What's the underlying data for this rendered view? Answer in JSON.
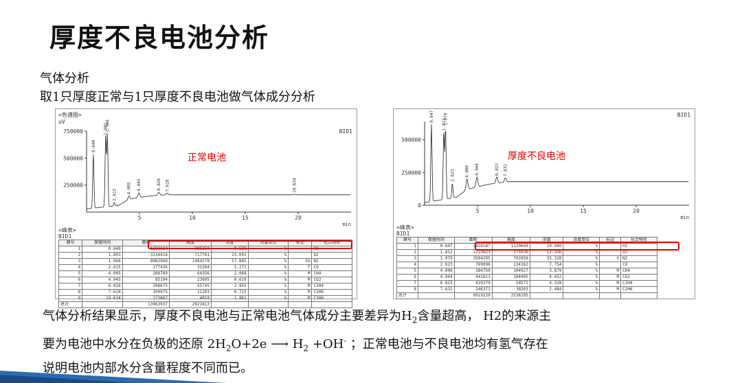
{
  "slide": {
    "title": "厚度不良电池分析",
    "subtitle1": "气体分析",
    "subtitle2": "取1只厚度正常与1只厚度不良电池做气体成分分析"
  },
  "left_panel": {
    "header": "<色谱图>",
    "unit": "uV",
    "detector": "BID1",
    "x_unit": "min",
    "annotation": "正常电池",
    "peaks_header": "<峰表>",
    "peaks_detector": "BID1",
    "columns": [
      "峰号",
      "保留时间",
      "面积",
      "高度",
      "浓度",
      "浓度单位",
      "标记",
      "化合物名"
    ],
    "rows": [
      [
        "1",
        "0.640",
        "1331614",
        "325350",
        "9.536",
        "%",
        "",
        "H2"
      ],
      [
        "2",
        "1.801",
        "3234418",
        "717761",
        "23.091",
        "%",
        "",
        "O2"
      ],
      [
        "3",
        "1.966",
        "8082968",
        "1484378",
        "57.885",
        "%",
        "SV",
        "N2"
      ],
      [
        "4",
        "2.615",
        "177436",
        "31594",
        "1.271",
        "%",
        "T",
        "CO"
      ],
      [
        "5",
        "4.005",
        "288789",
        "64356",
        "2.068",
        "%",
        "M",
        "CH4"
      ],
      [
        "6",
        "4.945",
        "85194",
        "23695",
        "0.610",
        "%",
        "M",
        "CO2"
      ],
      [
        "7",
        "6.826",
        "398675",
        "55745",
        "2.855",
        "%",
        "M",
        "C2H4"
      ],
      [
        "8",
        "7.628",
        "100975",
        "11203",
        "0.723",
        "%",
        "M",
        "C2H6"
      ],
      [
        "9",
        "19.634",
        "273867",
        "4010",
        "1.961",
        "%",
        "M",
        "C3H8"
      ]
    ],
    "total_label": "总计",
    "total_area": "13963937",
    "total_height": "2921813"
  },
  "right_panel": {
    "detector": "BID1",
    "x_unit": "min",
    "annotation": "厚度不良电池",
    "peaks_header": "<峰表>",
    "peaks_detector": "BID1",
    "columns": [
      "峰号",
      "保留时间",
      "面积",
      "高度",
      "浓度",
      "浓度单位",
      "标记",
      "化合物名"
    ],
    "rows": [
      [
        "1",
        "0.647",
        "2920187",
        "1120649",
        "29.440",
        "%",
        "",
        "H2"
      ],
      [
        "2",
        "1.812",
        "1223623",
        "275030",
        "12.336",
        "%",
        "",
        "O2"
      ],
      [
        "3",
        "1.979",
        "3504295",
        "702056",
        "35.328",
        "%",
        "V",
        "N2"
      ],
      [
        "4",
        "2.623",
        "769096",
        "134162",
        "7.754",
        "%",
        "",
        "CO"
      ],
      [
        "5",
        "4.006",
        "384759",
        "104927",
        "3.879",
        "%",
        "M",
        "CH4"
      ],
      [
        "6",
        "4.944",
        "441611",
        "104495",
        "4.452",
        "%",
        "M",
        "CO2"
      ],
      [
        "7",
        "6.823",
        "429279",
        "58572",
        "4.328",
        "%",
        "M",
        "C2H4"
      ],
      [
        "8",
        "7.632",
        "246371",
        "38203",
        "2.484",
        "%",
        "M",
        "C2H6"
      ]
    ],
    "total_label": "总计",
    "total_area": "9919220",
    "total_height": "2538295"
  },
  "chart_data": [
    {
      "type": "line",
      "title": "<色谱图>",
      "ylabel": "uV",
      "xlabel": "min",
      "xlim": [
        0,
        25
      ],
      "ylim": [
        0,
        750000
      ],
      "x_ticks": [
        "5",
        "10",
        "15",
        "20"
      ],
      "y_ticks": [
        "250000",
        "500000",
        "750000"
      ],
      "peak_labels": [
        "0.640",
        "1.801",
        "1.966",
        "2.615",
        "4.005",
        "4.945",
        "6.826",
        "7.628",
        "19.634"
      ],
      "peaks_x": [
        0.64,
        1.801,
        1.966,
        2.615,
        4.005,
        4.945,
        6.826,
        7.628,
        19.634
      ],
      "peaks_y": [
        540000,
        700000,
        730000,
        90000,
        150000,
        180000,
        185000,
        175000,
        165000
      ],
      "baseline_x": [
        0,
        3,
        4,
        6,
        7.5,
        10,
        20,
        25
      ],
      "baseline_y": [
        30000,
        60000,
        120000,
        150000,
        160000,
        160000,
        160000,
        160000
      ]
    },
    {
      "type": "line",
      "ylabel": "",
      "xlabel": "min",
      "xlim": [
        0,
        25
      ],
      "ylim": [
        0,
        640000
      ],
      "x_ticks": [
        "5",
        "10",
        "15",
        "20"
      ],
      "y_ticks": [
        "0",
        "250000",
        "500000"
      ],
      "peak_labels": [
        "0.647",
        "1.812",
        "1.979",
        "2.623",
        "4.006",
        "4.944",
        "6.823",
        "7.632"
      ],
      "peaks_x": [
        0.647,
        1.812,
        1.979,
        2.623,
        4.006,
        4.944,
        6.823,
        7.632
      ],
      "peaks_y": [
        620000,
        560000,
        600000,
        170000,
        200000,
        215000,
        215000,
        210000
      ],
      "baseline_x": [
        0,
        3,
        4,
        6,
        8,
        10,
        20,
        25
      ],
      "baseline_y": [
        20000,
        60000,
        120000,
        160000,
        180000,
        180000,
        180000,
        180000
      ]
    }
  ],
  "conclusion": {
    "line1_a": "气体分析结果显示，厚度不良电池与正常电池气体成分主要差异为H",
    "line1_sub": "2",
    "line1_b": "含量超高，  H2的来源主",
    "line2_a": "要为电池中水分在负极的还原 2H",
    "line2_sub": "2",
    "line2_b": "O+2e ⟶ H",
    "line2_sub2": "2",
    "line2_c": "  +OH",
    "line2_sup": "-",
    "line2_d": " ；正常电池与不良电池均有氢气存在",
    "line3": "说明电池内部水分含量程度不同而已。"
  },
  "colors": {
    "highlight": "#e00000",
    "footer_bar": "#2b6cb0"
  }
}
